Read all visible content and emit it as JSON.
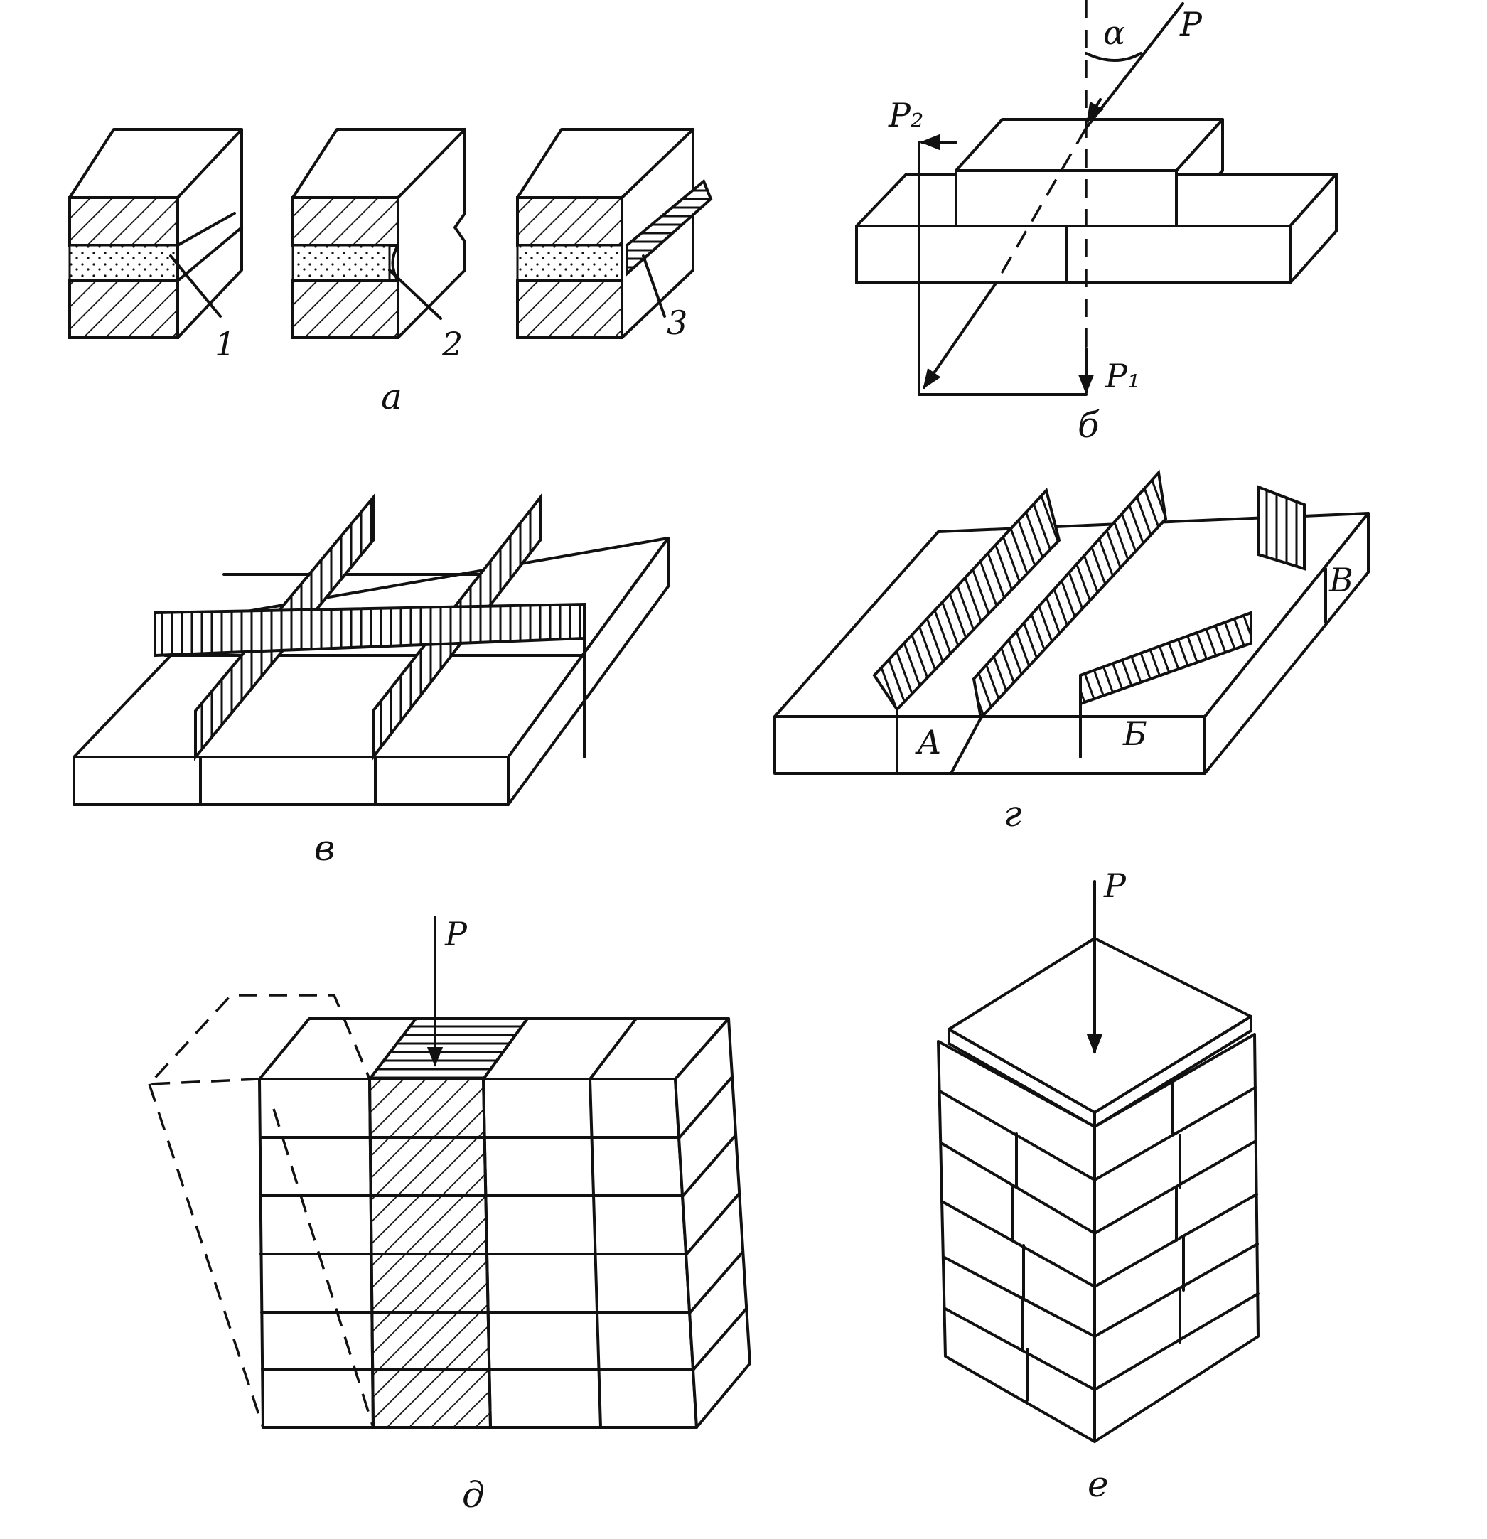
{
  "panels": {
    "a": {
      "caption": "а",
      "callouts": [
        "1",
        "2",
        "3"
      ]
    },
    "b": {
      "caption": "б",
      "alpha": "α",
      "force": "P",
      "force_2": "P₂",
      "force_1": "P₁"
    },
    "v": {
      "caption": "в"
    },
    "g": {
      "caption": "г",
      "zone_a": "А",
      "zone_b": "Б",
      "zone_v": "В"
    },
    "d": {
      "caption": "д",
      "force": "P"
    },
    "e": {
      "caption": "е",
      "force": "P"
    }
  }
}
